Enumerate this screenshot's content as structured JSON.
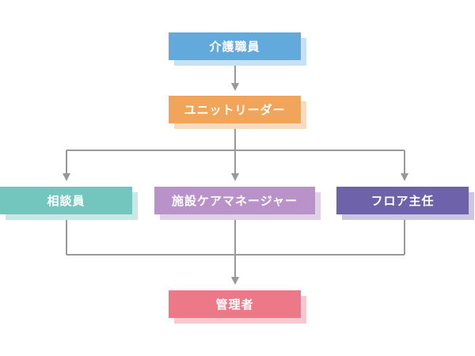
{
  "nodes": {
    "care_staff": {
      "label": "介護職員",
      "color": "#62a9dc",
      "shadow": "#c6e1f3"
    },
    "unit_leader": {
      "label": "ユニットリーダー",
      "color": "#f1a55a",
      "shadow": "#f8dbbd"
    },
    "counselor": {
      "label": "相談員",
      "color": "#72c6bd",
      "shadow": "#c8e8e4"
    },
    "care_manager": {
      "label": "施設ケアマネージャー",
      "color": "#b892c9",
      "shadow": "#e0d0e8"
    },
    "floor_chief": {
      "label": "フロア主任",
      "color": "#6e63ab",
      "shadow": "#cbc6e3"
    },
    "manager": {
      "label": "管理者",
      "color": "#ec7888",
      "shadow": "#f8c8cf"
    }
  },
  "connector_color": "#999999"
}
